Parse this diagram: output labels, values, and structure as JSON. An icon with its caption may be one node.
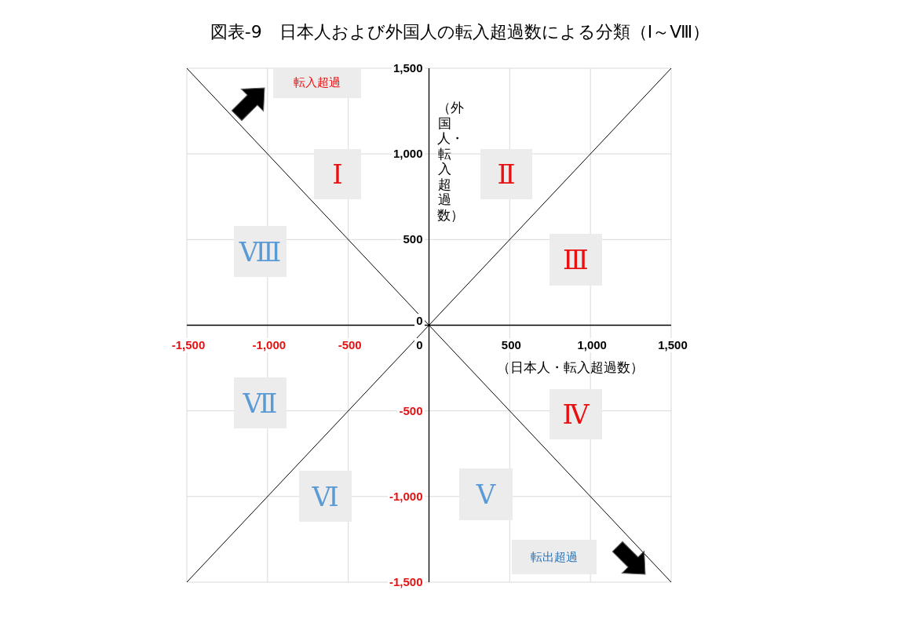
{
  "diagram": {
    "title": "図表-9　日本人および外国人の転入超過数による分類（Ⅰ～Ⅷ）",
    "nodes": [
      {
        "text": [
          "転入超過"
        ]
      },
      {
        "text": [
          "Ⅰ"
        ]
      },
      {
        "text": [
          "Ⅱ"
        ]
      },
      {
        "text": [
          "Ⅷ"
        ]
      },
      {
        "text": [
          "Ⅲ"
        ]
      },
      {
        "text": [
          "Ⅶ"
        ]
      },
      {
        "text": [
          "Ⅳ"
        ]
      },
      {
        "text": [
          "Ⅵ"
        ]
      },
      {
        "text": [
          "Ⅴ"
        ]
      },
      {
        "text": [
          "転出超過"
        ]
      }
    ],
    "labels": [
      "1,500",
      "1,000",
      "500",
      "0",
      "-1,500",
      "-1,000",
      "-500",
      "0",
      "500",
      "1,000",
      "1,500",
      "（外国人・転入超過数）",
      "（日本人・転入超過数）",
      "-500",
      "-1,000",
      "-1,500"
    ]
  }
}
